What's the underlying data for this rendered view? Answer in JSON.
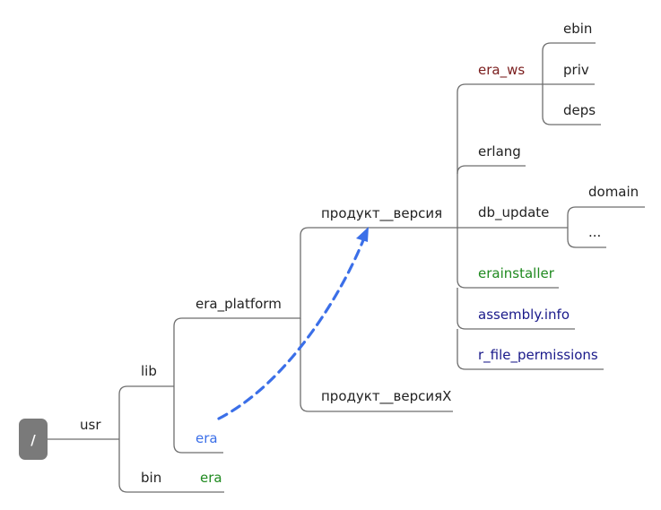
{
  "root": {
    "label": "/",
    "color": "#7a7a7a",
    "text_color": "#ffffff"
  },
  "nodes": {
    "usr": {
      "label": "usr",
      "color": "#222222"
    },
    "lib": {
      "label": "lib",
      "color": "#222222"
    },
    "bin": {
      "label": "bin",
      "color": "#222222"
    },
    "era_platform": {
      "label": "era_platform",
      "color": "#222222"
    },
    "lib_era": {
      "label": "era",
      "color": "#3b6fe8"
    },
    "bin_era": {
      "label": "era",
      "color": "#1f8a1f"
    },
    "product_version": {
      "label": "продукт__версия",
      "color": "#222222"
    },
    "product_versionX": {
      "label": "продукт__версияX",
      "color": "#222222"
    },
    "era_ws": {
      "label": "era_ws",
      "color": "#7a1d1d"
    },
    "erlang": {
      "label": "erlang",
      "color": "#222222"
    },
    "db_update": {
      "label": "db_update",
      "color": "#222222"
    },
    "erainstaller": {
      "label": "erainstaller",
      "color": "#1f8a1f"
    },
    "assembly_info": {
      "label": "assembly.info",
      "color": "#1a1a8a"
    },
    "r_file_permissions": {
      "label": "r_file_permissions",
      "color": "#1a1a8a"
    },
    "ebin": {
      "label": "ebin",
      "color": "#222222"
    },
    "priv": {
      "label": "priv",
      "color": "#222222"
    },
    "deps": {
      "label": "deps",
      "color": "#222222"
    },
    "domain": {
      "label": "domain",
      "color": "#222222"
    },
    "ellipsis": {
      "label": "...",
      "color": "#222222"
    }
  },
  "link": {
    "from": "lib_era",
    "to": "product_version",
    "style": "dashed-arrow",
    "color": "#3b6fe8"
  }
}
